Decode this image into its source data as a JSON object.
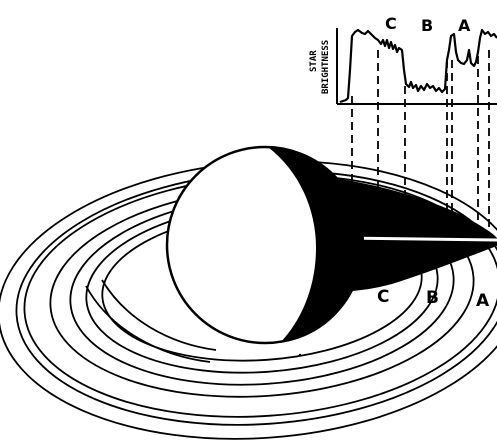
{
  "graph": {
    "ylabel_line1": "STAR",
    "ylabel_line2": "BRIGHTNESS",
    "region_labels": [
      "C",
      "B",
      "A"
    ]
  },
  "planet": {
    "ring_labels": [
      "C",
      "B",
      "A"
    ]
  },
  "colors": {
    "ink": "#000000",
    "paper": "#ffffff"
  }
}
